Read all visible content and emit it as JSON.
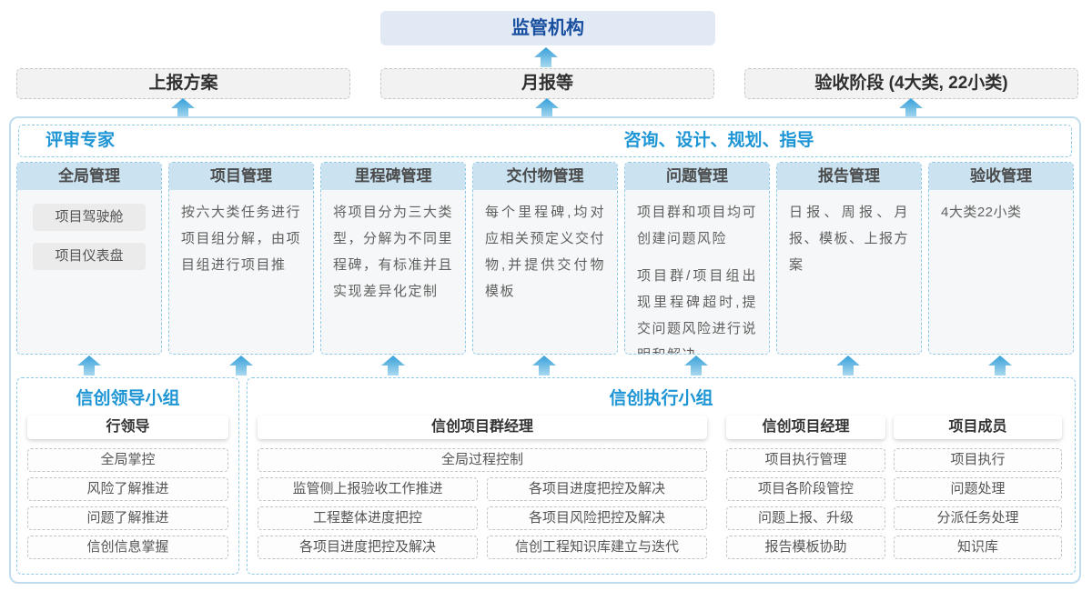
{
  "colors": {
    "accent_blue": "#1d95d4",
    "navy_text": "#19509f",
    "regulator_bg": "#e1e9f5",
    "column_header_bg": "#cbe3f1",
    "dashed_blue_border": "#8fc9e8",
    "container_border": "#bfdcee",
    "gray_box_bg": "#f2f2f3",
    "arrow_top": "#36a0d9",
    "arrow_bottom": "#a9d9f0"
  },
  "top": {
    "regulator": "监管机构",
    "outputs": [
      {
        "label": "上报方案"
      },
      {
        "label": "月报等"
      },
      {
        "label": "验收阶段 (4大类, 22小类)"
      }
    ]
  },
  "middle": {
    "left_header": "评审专家",
    "right_header": "咨询、设计、规划、指导",
    "columns": [
      {
        "title": "全局管理",
        "pills": [
          "项目驾驶舱",
          "项目仪表盘"
        ]
      },
      {
        "title": "项目管理",
        "paragraphs": [
          "按六大类任务进行项目组分解，由项目组进行项目推"
        ]
      },
      {
        "title": "里程碑管理",
        "paragraphs": [
          "将项目分为三大类型，分解为不同里程碑，有标准并且实现差异化定制"
        ]
      },
      {
        "title": "交付物管理",
        "paragraphs": [
          "每个里程碑,均对应相关预定义交付物,并提供交付物模板"
        ]
      },
      {
        "title": "问题管理",
        "paragraphs": [
          "项目群和项目均可创建问题风险",
          "项目群/项目组出现里程碑超时,提交问题风险进行说明和解决"
        ]
      },
      {
        "title": "报告管理",
        "paragraphs": [
          "日报、周报、月报、模板、上报方案"
        ]
      },
      {
        "title": "验收管理",
        "paragraphs": [
          "4大类22小类"
        ]
      }
    ]
  },
  "bottom": {
    "leader_group": {
      "title": "信创领导小组",
      "role": "行领导",
      "items": [
        "全局掌控",
        "风险了解推进",
        "问题了解推进",
        "信创信息掌握"
      ]
    },
    "exec_group": {
      "title": "信创执行小组",
      "program_manager": {
        "role": "信创项目群经理",
        "full_item": "全局过程控制",
        "left_items": [
          "监管侧上报验收工作推进",
          "工程整体进度把控",
          "各项目进度把控及解决"
        ],
        "right_items": [
          "各项目进度把控及解决",
          "各项目风险把控及解决",
          "信创工程知识库建立与迭代"
        ]
      },
      "project_manager": {
        "role": "信创项目经理",
        "items": [
          "项目执行管理",
          "项目各阶段管控",
          "问题上报、升级",
          "报告模板协助"
        ]
      },
      "member": {
        "role": "项目成员",
        "items": [
          "项目执行",
          "问题处理",
          "分派任务处理",
          "知识库"
        ]
      }
    }
  }
}
